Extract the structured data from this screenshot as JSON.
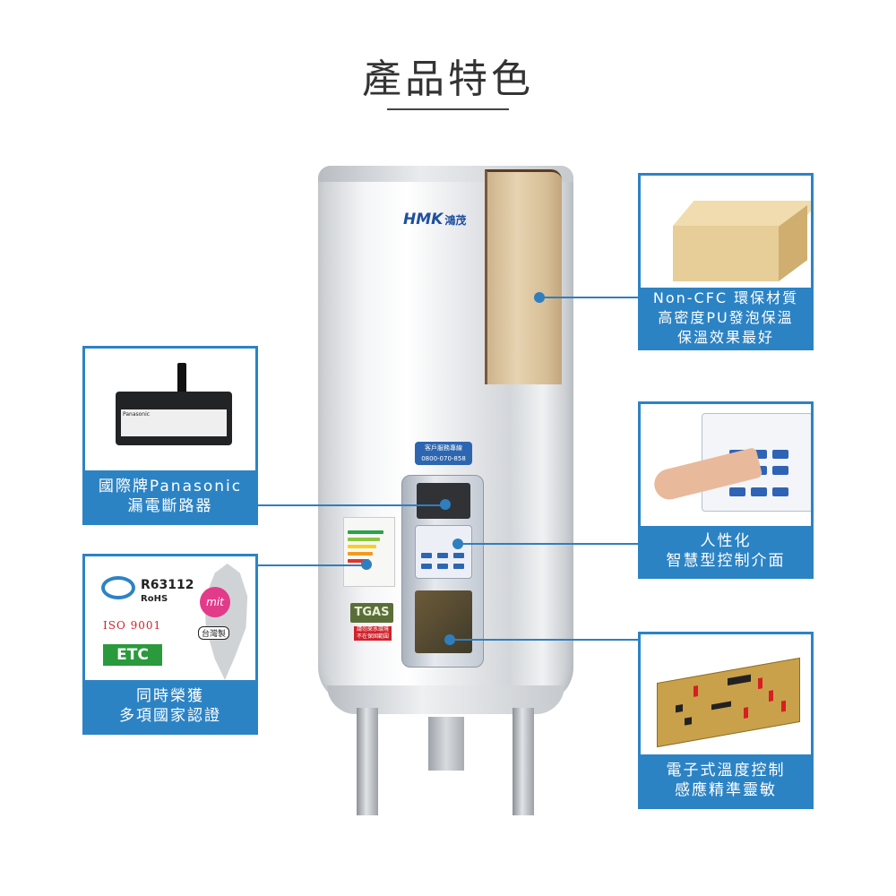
{
  "page_title": "產品特色",
  "heater": {
    "brand": "HMK",
    "brand_cn": "鴻茂",
    "hotline_label": "客戶服務專線",
    "hotline_number": "0800-070-858",
    "badge_text": "TGAS",
    "warning_text_1": "請勿來水環境",
    "warning_text_2": "不在保固範圍"
  },
  "features": {
    "insulation": {
      "lines": [
        "Non-CFC 環保材質",
        "高密度PU發泡保溫",
        "保溫效果最好"
      ]
    },
    "breaker": {
      "lines": [
        "國際牌Panasonic",
        "漏電斷路器"
      ],
      "brand": "Panasonic"
    },
    "certifications": {
      "lines": [
        "同時榮獲",
        "多項國家認證"
      ],
      "cert_code": "R63112",
      "rohs": "RoHS",
      "iso": "ISO 9001",
      "etc": "ETC",
      "mit": "mit",
      "made_in": "台灣製"
    },
    "control": {
      "lines": [
        "人性化",
        "智慧型控制介面"
      ]
    },
    "sensor": {
      "lines": [
        "電子式溫度控制",
        "感應精準靈敏"
      ]
    }
  },
  "colors": {
    "accent": "#2c83c4",
    "title_text": "#333333",
    "caption_text": "#ffffff"
  }
}
